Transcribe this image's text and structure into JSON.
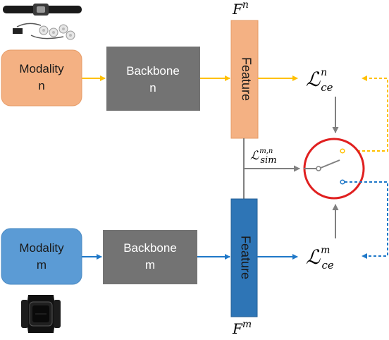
{
  "colors": {
    "orange_fill": "#F4B183",
    "orange_line": "#FFC000",
    "blue_fill": "#5B9BD5",
    "blue_dark": "#2E75B6",
    "blue_line": "#1F78C8",
    "gray_box": "#737373",
    "gray_line": "#808080",
    "red_circle": "#E02020"
  },
  "top_branch": {
    "device_icon": "chest-strap-sensor-icon",
    "modality": {
      "line1": "Modality",
      "line2": "n"
    },
    "backbone": {
      "line1": "Backbone",
      "line2": "n"
    },
    "feature": {
      "label": "Feature",
      "symbol": "F",
      "superscript": "n"
    },
    "loss": {
      "symbol": "ℒ",
      "superscript": "n",
      "subscript": "ce"
    }
  },
  "bottom_branch": {
    "device_icon": "fitness-wristband-icon",
    "modality": {
      "line1": "Modality",
      "line2": "m"
    },
    "backbone": {
      "line1": "Backbone",
      "line2": "m"
    },
    "feature": {
      "label": "Feature",
      "symbol": "F",
      "superscript": "m"
    },
    "loss": {
      "symbol": "ℒ",
      "superscript": "m",
      "subscript": "ce"
    }
  },
  "similarity_loss": {
    "symbol": "ℒ",
    "superscript": "m,n",
    "subscript": "sim"
  },
  "switch_icon": "switch-icon"
}
